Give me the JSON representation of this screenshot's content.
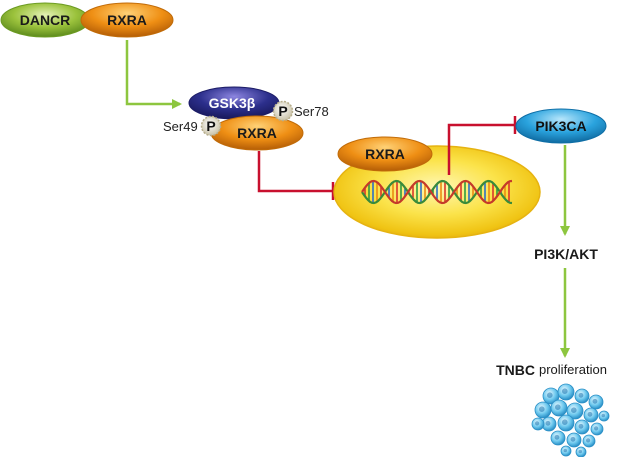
{
  "nodes": {
    "dancr": "DANCR",
    "rxra_top": "RXRA",
    "gsk3b": "GSK3β",
    "rxra_complex": "RXRA",
    "rxra_nuclear": "RXRA",
    "pik3ca": "PIK3CA"
  },
  "phospho": {
    "p_symbol": "P",
    "ser78": "Ser78",
    "ser49": "Ser49"
  },
  "pathway": {
    "pi3k_akt": "PI3K/AKT",
    "tnbc": "TNBC",
    "proliferation": "proliferation"
  },
  "colors": {
    "green_fill": "#9bc23c",
    "orange_fill": "#ef8f14",
    "navy_fill": "#2c2f8c",
    "blue_fill": "#2aa3de",
    "yellow_fill": "#f3d21a",
    "activation_arrow": "#8dc63f",
    "inhibition_line": "#c8102e",
    "cell_blue": "#5fc6ef"
  },
  "icons": [
    "dna-helix-icon",
    "cell-cluster-icon"
  ]
}
